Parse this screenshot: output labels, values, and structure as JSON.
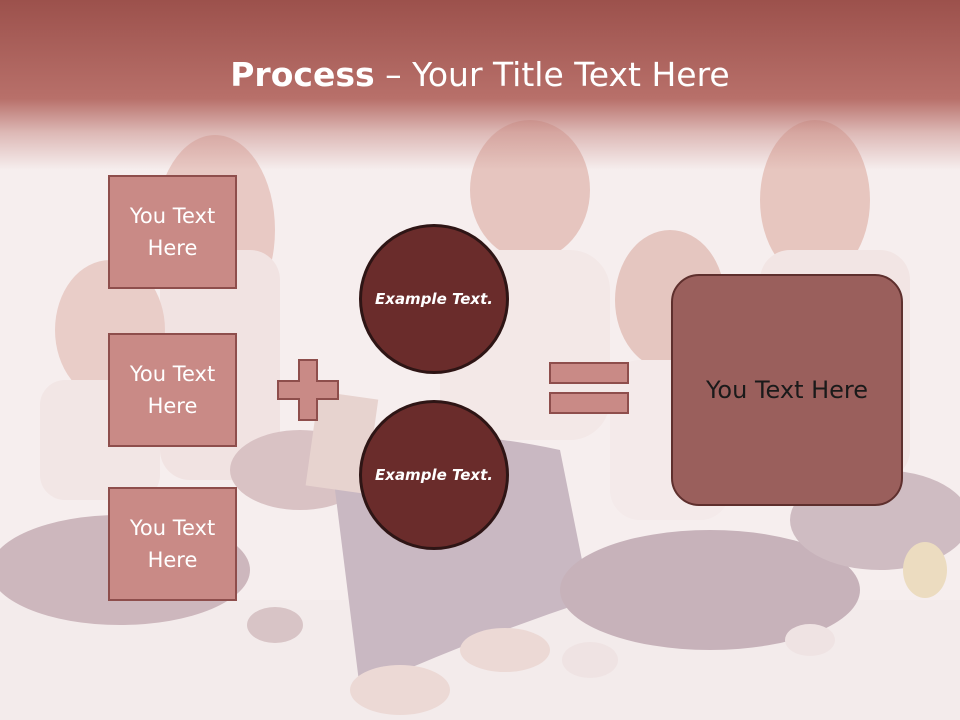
{
  "title": {
    "bold": "Process",
    "rest": " – Your Title Text Here"
  },
  "left_boxes": [
    {
      "label": "You Text Here"
    },
    {
      "label": "You Text Here"
    },
    {
      "label": "You Text Here"
    }
  ],
  "circles": [
    {
      "label": "Example Text."
    },
    {
      "label": "Example Text."
    }
  ],
  "result": {
    "label": "You Text Here"
  },
  "operators": {
    "plus_icon": "plus-icon",
    "equals_icon": "equals-icon"
  },
  "colors": {
    "title_band": "#b8706a",
    "box_fill": "#c98a86",
    "box_border": "#8e4e4c",
    "circle_fill": "#6a2c2b",
    "result_fill": "#9a5f5c"
  }
}
